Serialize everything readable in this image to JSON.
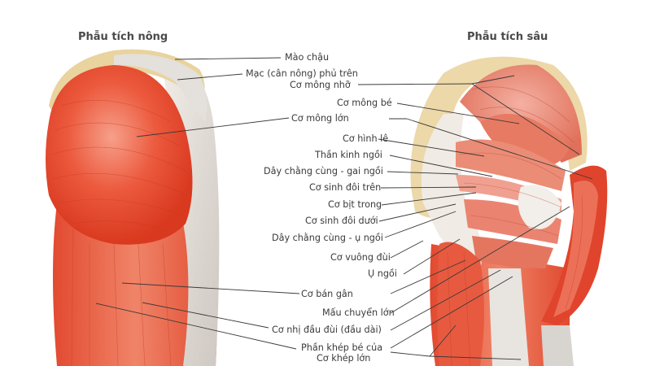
{
  "figure": {
    "left_title": "Phẫu tích nông",
    "right_title": "Phẫu tích sâu",
    "colors": {
      "muscle": "#e8503a",
      "muscle_light": "#f07a62",
      "tendon": "#e6e2dc",
      "bone": "#e8c98a",
      "leader_line": "#3a3a3a",
      "text": "#3a3a3a"
    },
    "labels": [
      {
        "id": "mao-chau",
        "text": "Mào chậu"
      },
      {
        "id": "mac-phu-tren",
        "text": "Mạc (cân nông) phủ trên"
      },
      {
        "id": "co-mong-nho",
        "text": "Cơ mông nhỡ"
      },
      {
        "id": "co-mong-be",
        "text": "Cơ mông bé"
      },
      {
        "id": "co-mong-lon",
        "text": "Cơ mông lớn"
      },
      {
        "id": "co-hinh-le",
        "text": "Cơ hình lê"
      },
      {
        "id": "than-kinh-ngoi",
        "text": "Thần kinh ngồi"
      },
      {
        "id": "day-chang-cung-gai-ngoi",
        "text": "Dây chằng cùng - gai ngồi"
      },
      {
        "id": "co-sinh-doi-tren",
        "text": "Cơ sinh đôi trên"
      },
      {
        "id": "co-bit-trong",
        "text": "Cơ bịt trong"
      },
      {
        "id": "co-sinh-doi-duoi",
        "text": "Cơ sinh đôi dưới"
      },
      {
        "id": "day-chang-cung-u-ngoi",
        "text": "Dây chằng cùng - ụ ngồi"
      },
      {
        "id": "co-vuong-dui",
        "text": "Cơ vuông đùi"
      },
      {
        "id": "u-ngoi",
        "text": "Ụ ngồi"
      },
      {
        "id": "co-ban-gan",
        "text": "Cơ bán gân"
      },
      {
        "id": "mau-chuyen-lon",
        "text": "Mấu chuyển lớn"
      },
      {
        "id": "co-nhi-dau-dui",
        "text": "Cơ nhị đầu đùi (đầu dài)"
      },
      {
        "id": "phan-khep-be-1",
        "text": "Phần khép bé của"
      },
      {
        "id": "phan-khep-be-2",
        "text": "Cơ khép lớn"
      }
    ]
  }
}
